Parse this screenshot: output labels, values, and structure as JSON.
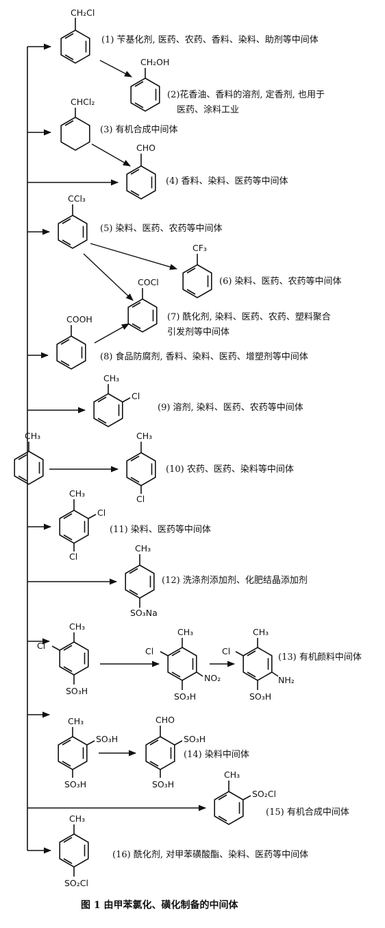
{
  "toluene": {
    "substituent": "CH₃"
  },
  "compounds": [
    {
      "id": 1,
      "substituents": [
        "CH₂Cl"
      ],
      "desc": "(1) 苄基化剂, 医药、农药、香料、染料、助剂等中间体"
    },
    {
      "id": 2,
      "substituents": [
        "CH₂OH"
      ],
      "desc": "(2)花香油、香料的溶剂, 定香剂, 也用于",
      "desc2": "医药、涂料工业"
    },
    {
      "id": 3,
      "substituents": [
        "CHCl₂"
      ],
      "desc": "(3) 有机合成中间体"
    },
    {
      "id": 4,
      "substituents": [
        "CHO"
      ],
      "desc": "(4) 香料、染料、医药等中间体"
    },
    {
      "id": 5,
      "substituents": [
        "CCl₃"
      ],
      "desc": "(5) 染料、医药、农药等中间体"
    },
    {
      "id": 6,
      "substituents": [
        "CF₃"
      ],
      "desc": "(6) 染料、医药、农药等中间体"
    },
    {
      "id": 7,
      "substituents": [
        "COCl"
      ],
      "desc": "(7) 酰化剂, 染料、医药、农药、塑料聚合",
      "desc2": "引发剂等中间体"
    },
    {
      "id": 8,
      "substituents": [
        "COOH"
      ],
      "desc": "(8) 食品防腐剂, 香料、染料、医药、增塑剂等中间体"
    },
    {
      "id": 9,
      "substituents": [
        "CH₃",
        "Cl"
      ],
      "desc": "(9) 溶剂, 染料、医药、农药等中间体"
    },
    {
      "id": 10,
      "substituents": [
        "CH₃",
        "Cl"
      ],
      "desc": "(10) 农药、医药、染料等中间体"
    },
    {
      "id": 11,
      "substituents": [
        "CH₃",
        "Cl",
        "Cl"
      ],
      "desc": "(11) 染料、医药等中间体"
    },
    {
      "id": 12,
      "substituents": [
        "CH₃",
        "SO₃Na"
      ],
      "desc": "(12) 洗涤剂添加剂、化肥结晶添加剂"
    },
    {
      "id": 13,
      "substituents": [
        "CH₃",
        "Cl",
        "SO₃H"
      ],
      "intermediate": [
        "CH₃",
        "Cl",
        "NO₂",
        "SO₃H"
      ],
      "product": [
        "CH₃",
        "Cl",
        "NH₂",
        "SO₃H"
      ],
      "desc": "(13) 有机颜料中间体"
    },
    {
      "id": 14,
      "substituents": [
        "CH₃",
        "SO₃H",
        "SO₃H"
      ],
      "product": [
        "CHO",
        "SO₃H",
        "SO₃H"
      ],
      "desc": "(14) 染料中间体"
    },
    {
      "id": 15,
      "substituents": [
        "CH₃",
        "SO₂Cl"
      ],
      "desc": "(15) 有机合成中间体"
    },
    {
      "id": 16,
      "substituents": [
        "CH₃",
        "SO₂Cl"
      ],
      "desc": "(16) 酰化剂, 对甲苯磺酸酯、染料、医药等中间体"
    }
  ],
  "caption": "图 1   由甲苯氯化、磺化制备的中间体"
}
